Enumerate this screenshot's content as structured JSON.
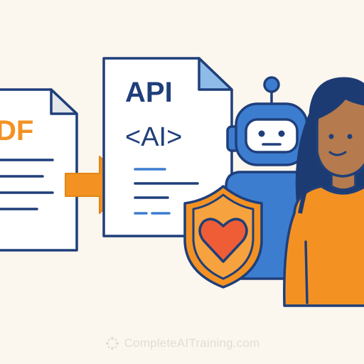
{
  "document_left": {
    "label": "DF"
  },
  "document_center": {
    "title": "API",
    "code": "<AI>"
  },
  "icons": {
    "pdf_document": "pdf-document-icon",
    "arrow": "arrow-right-icon",
    "api_document": "api-document-icon",
    "robot": "robot-icon",
    "shield": "shield-heart-icon",
    "person": "person-icon"
  },
  "colors": {
    "background": "#fbf6ee",
    "navy": "#1f3f7a",
    "orange": "#f39223",
    "blue": "#3c7dd0",
    "skin": "#b57a4d",
    "hair": "#1d3b73",
    "light_blue": "#8fbbe8"
  },
  "watermark": {
    "text": "CompleteAITraining.com"
  }
}
